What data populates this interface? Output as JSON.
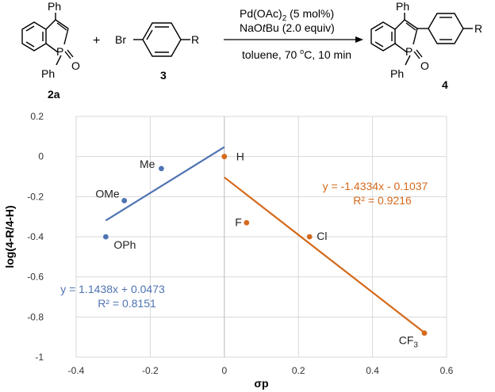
{
  "scheme": {
    "reactant": {
      "ph_label": "Ph",
      "p_label": "P",
      "o_label": "O",
      "n_ph_label": "Ph",
      "number": "2a"
    },
    "plus": "+",
    "aryl": {
      "br_label": "Br",
      "r_label": "R",
      "number": "3"
    },
    "conditions": {
      "catalyst_base": "Pd(OAc)",
      "catalyst_sub": "2",
      "catalyst_tail": " (5 mol%)",
      "base": "NaO",
      "base_italic": "t",
      "base_tail": "Bu (2.0 equiv)",
      "solvent_lead": "toluene, 70 ",
      "degree": "o",
      "solvent_tail": "C, 10 min"
    },
    "product": {
      "ph_label": "Ph",
      "p_label": "P",
      "o_label": "O",
      "n_ph_label": "Ph",
      "r_label": "R",
      "number": "4"
    }
  },
  "chart_data": {
    "type": "scatter",
    "title": "",
    "xlabel": "σp",
    "ylabel": "log(4-R/4-H)",
    "xlim": [
      -0.4,
      0.6
    ],
    "ylim": [
      -1,
      0.2
    ],
    "xticks": [
      -0.4,
      -0.2,
      0,
      0.2,
      0.4,
      0.6
    ],
    "xtick_labels": [
      "-0.4",
      "-0.2",
      "0",
      "0.2",
      "0.4",
      "0.6"
    ],
    "yticks": [
      -1,
      -0.8,
      -0.6,
      -0.4,
      -0.2,
      0,
      0.2
    ],
    "ytick_labels": [
      "-1",
      "-0.8",
      "-0.6",
      "-0.4",
      "-0.2",
      "0",
      "0.2"
    ],
    "grid": "horizontal",
    "series": [
      {
        "color": "#4f74b2",
        "points": [
          {
            "x": -0.32,
            "y": -0.4,
            "label": "OPh"
          },
          {
            "x": -0.27,
            "y": -0.22,
            "label": "OMe"
          },
          {
            "x": -0.17,
            "y": -0.06,
            "label": "Me"
          }
        ],
        "fit": {
          "slope": 1.1438,
          "intercept": 0.0473,
          "x_range": [
            -0.32,
            0.0
          ]
        },
        "equation": "y = 1.1438x + 0.0473",
        "r2": "R² = 0.8151"
      },
      {
        "color": "#d46a1c",
        "points": [
          {
            "x": 0.0,
            "y": 0.0,
            "label": "H"
          },
          {
            "x": 0.06,
            "y": -0.33,
            "label": "F"
          },
          {
            "x": 0.23,
            "y": -0.4,
            "label": "Cl"
          },
          {
            "x": 0.54,
            "y": -0.88,
            "label": "CF",
            "label_sub": "3"
          }
        ],
        "fit": {
          "slope": -1.4334,
          "intercept": -0.1037,
          "x_range": [
            0.0,
            0.54
          ]
        },
        "equation": "y = -1.4334x - 0.1037",
        "r2": "R² = 0.9216"
      }
    ]
  }
}
